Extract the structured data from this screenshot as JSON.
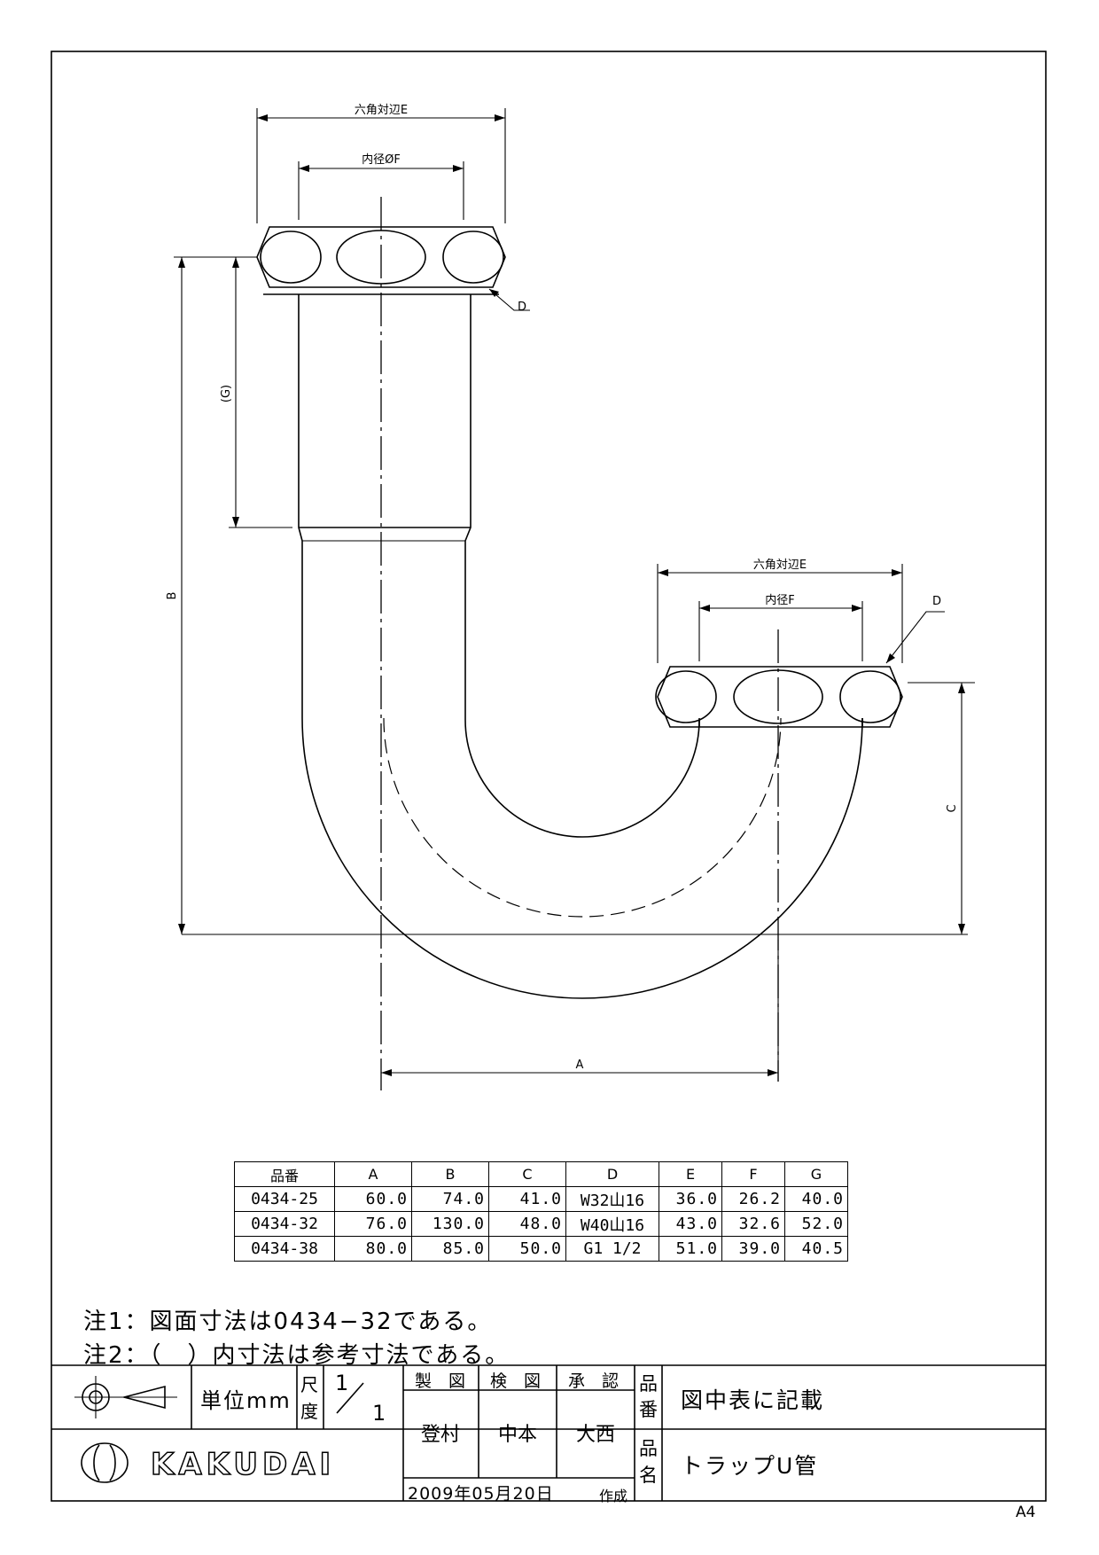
{
  "drawing": {
    "labels": {
      "hex_top": "六角対辺E",
      "inner_top": "内径ØF",
      "hex_right": "六角対辺E",
      "inner_right": "内径F",
      "d_top": "D",
      "d_right": "D",
      "dim_a": "A",
      "dim_b": "B",
      "dim_c": "C",
      "dim_g": "(G)"
    }
  },
  "table": {
    "headers": [
      "品番",
      "A",
      "B",
      "C",
      "D",
      "E",
      "F",
      "G"
    ],
    "rows": [
      [
        "0434-25",
        "60.0",
        "74.0",
        "41.0",
        "W32山16",
        "36.0",
        "26.2",
        "40.0"
      ],
      [
        "0434-32",
        "76.0",
        "130.0",
        "48.0",
        "W40山16",
        "43.0",
        "32.6",
        "52.0"
      ],
      [
        "0434-38",
        "80.0",
        "85.0",
        "50.0",
        "G1 1/2",
        "51.0",
        "39.0",
        "40.5"
      ]
    ]
  },
  "notes": {
    "note1": "注1：図面寸法は0434−32である。",
    "note2": "注2：（　）内寸法は参考寸法である。"
  },
  "title_block": {
    "unit": "単位mm",
    "scale_label_1": "尺",
    "scale_label_2": "度",
    "scale_num": "1",
    "scale_den": "1",
    "drawn_header": "製　図",
    "checked_header": "検　図",
    "approved_header": "承　認",
    "drawn": "登村",
    "checked": "中本",
    "approved": "大西",
    "date": "2009年05月20日",
    "made": "作成",
    "part_no_label_1": "品",
    "part_no_label_2": "番",
    "part_no": "図中表に記載",
    "part_name_label_1": "品",
    "part_name_label_2": "名",
    "part_name": "トラップU管",
    "company": "KAKUDAI"
  },
  "paper_size": "A4"
}
